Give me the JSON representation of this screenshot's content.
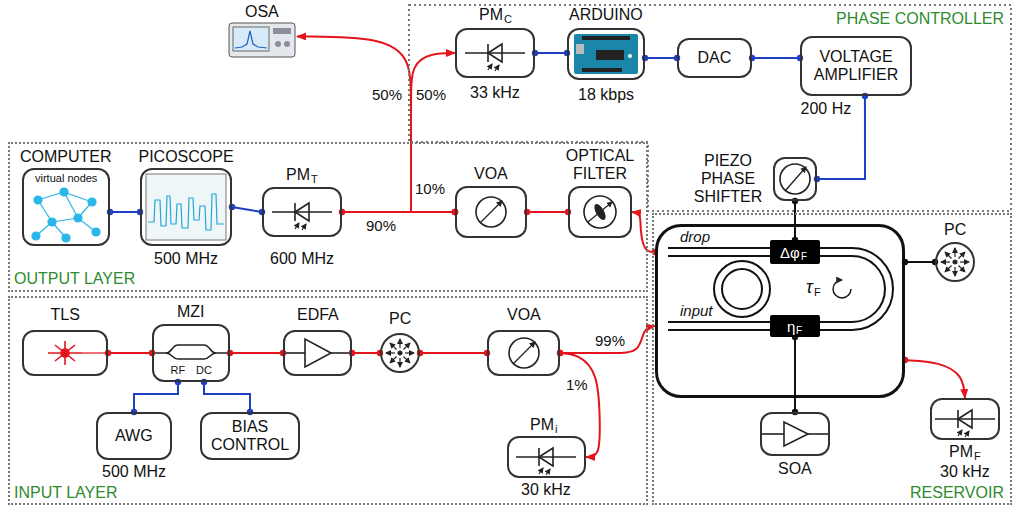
{
  "diagram": {
    "nodes": [
      {
        "text": [
          "PHASE CONTROLLER"
        ]
      },
      {
        "text": [
          "OSA"
        ]
      },
      {
        "text": [
          "PM",
          "C",
          "33 kHz"
        ],
        "in": 0
      },
      {
        "text": [
          "ARDUINO",
          "18 kbps"
        ],
        "in": 0
      },
      {
        "text": [
          "DAC"
        ],
        "in": 0
      },
      {
        "text": [
          "VOLTAGE AMPLIFIER",
          "200 Hz"
        ],
        "in": 0
      },
      {
        "text": [
          "PIEZO PHASE SHIFTER"
        ],
        "in": 0
      },
      {
        "text": [
          "OUTPUT LAYER"
        ]
      },
      {
        "text": [
          "COMPUTER",
          "virtual nodes"
        ],
        "in": 7
      },
      {
        "text": [
          "PICOSCOPE",
          "500 MHz"
        ],
        "in": 7
      },
      {
        "text": [
          "PM",
          "T",
          "600 MHz"
        ],
        "in": 7
      },
      {
        "text": [
          "VOA"
        ],
        "in": 7
      },
      {
        "text": [
          "OPTICAL FILTER"
        ],
        "in": 7
      },
      {
        "text": [
          "RESERVOIR"
        ]
      },
      {
        "text": [
          "drop",
          "input",
          "τ",
          "F"
        ],
        "in": 13
      },
      {
        "text": [
          "Δφ",
          "F"
        ],
        "in": 14
      },
      {
        "text": [
          "η",
          "F"
        ],
        "in": 14
      },
      {
        "text": [
          "PC"
        ],
        "in": 13
      },
      {
        "text": [
          "SOA"
        ],
        "in": 13
      },
      {
        "text": [
          "PM",
          "F",
          "30 kHz"
        ],
        "in": 13
      },
      {
        "text": [
          "INPUT LAYER"
        ]
      },
      {
        "text": [
          "TLS"
        ],
        "in": 20
      },
      {
        "text": [
          "MZI",
          "RF",
          "DC"
        ],
        "in": 20
      },
      {
        "text": [
          "EDFA"
        ],
        "in": 20
      },
      {
        "text": [
          "PC"
        ],
        "in": 20
      },
      {
        "text": [
          "VOA"
        ],
        "in": 20
      },
      {
        "text": [
          "AWG",
          "500 MHz"
        ],
        "in": 20
      },
      {
        "text": [
          "BIAS CONTROL"
        ],
        "in": 20
      },
      {
        "text": [
          "PM",
          "i",
          "30 kHz"
        ],
        "in": 20
      }
    ],
    "edges": [
      {
        "from": 21,
        "to": 22,
        "arrow": "none"
      },
      {
        "from": 22,
        "to": 23,
        "arrow": "none"
      },
      {
        "from": 23,
        "to": 24,
        "arrow": "none"
      },
      {
        "from": 24,
        "to": 25,
        "arrow": "none"
      },
      {
        "from": 25,
        "to": 14,
        "label": "99%",
        "arrow": "to"
      },
      {
        "from": 25,
        "to": 28,
        "label": "1%",
        "arrow": "to"
      },
      {
        "from": 26,
        "to": 22,
        "arrow": "none"
      },
      {
        "from": 27,
        "to": 22,
        "arrow": "none"
      },
      {
        "from": 14,
        "to": 12,
        "arrow": "to"
      },
      {
        "from": 12,
        "to": 11,
        "arrow": "none"
      },
      {
        "from": 11,
        "to": 10,
        "label": "90%",
        "arrow": "none"
      },
      {
        "from": 11,
        "to": 1,
        "label": "50%",
        "arrow": "to"
      },
      {
        "from": 11,
        "to": 2,
        "label": "50%",
        "arrow": "to"
      },
      {
        "from": 10,
        "to": 9,
        "arrow": "none"
      },
      {
        "from": 9,
        "to": 8,
        "arrow": "none"
      },
      {
        "from": 2,
        "to": 3,
        "arrow": "none"
      },
      {
        "from": 3,
        "to": 4,
        "arrow": "none"
      },
      {
        "from": 4,
        "to": 5,
        "arrow": "none"
      },
      {
        "from": 5,
        "to": 6,
        "arrow": "none"
      },
      {
        "from": 6,
        "to": 15,
        "arrow": "none"
      },
      {
        "from": 16,
        "to": 18,
        "arrow": "none"
      },
      {
        "from": 14,
        "to": 17,
        "arrow": "none"
      },
      {
        "from": 14,
        "to": 19,
        "arrow": "to"
      }
    ],
    "labels": [
      "10%"
    ]
  }
}
